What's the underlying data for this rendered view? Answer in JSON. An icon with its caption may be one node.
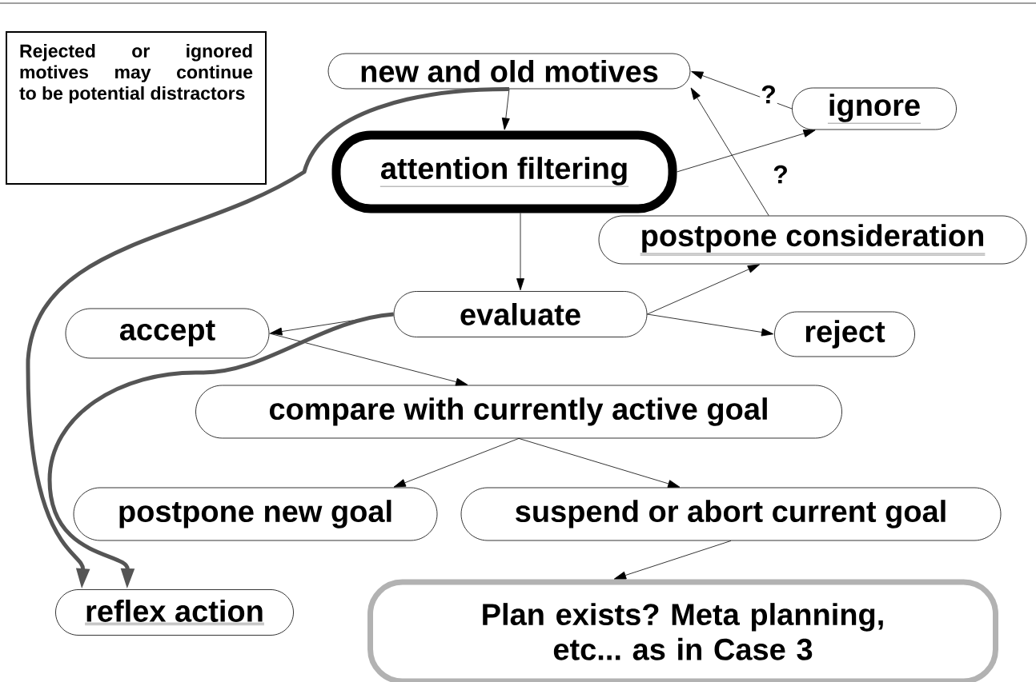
{
  "diagram": {
    "nodes": [
      {
        "text": [
          "new and old motives"
        ]
      },
      {
        "text": [
          "attention filtering"
        ]
      },
      {
        "text": [
          "ignore"
        ]
      },
      {
        "text": [
          "postpone consideration"
        ]
      },
      {
        "text": [
          "evaluate"
        ]
      },
      {
        "text": [
          "accept"
        ]
      },
      {
        "text": [
          "reject"
        ]
      },
      {
        "text": [
          "compare with currently active goal"
        ]
      },
      {
        "text": [
          "postpone new goal"
        ]
      },
      {
        "text": [
          "suspend or abort current goal"
        ]
      },
      {
        "text": [
          "reflex action"
        ]
      },
      {
        "text": [
          "Plan exists? Meta planning, etc... as in Case 3"
        ]
      },
      {
        "text": [
          "Rejected or ignored motives may continue to be potential distractors"
        ]
      }
    ],
    "edges": [
      {
        "from": 0,
        "to": 1,
        "arrow": "to"
      },
      {
        "from": 1,
        "to": 2,
        "arrow": "to"
      },
      {
        "from": 2,
        "to": 0,
        "arrow": "to",
        "label": "?"
      },
      {
        "from": 3,
        "to": 0,
        "arrow": "to",
        "label": "?"
      },
      {
        "from": 1,
        "to": 4,
        "arrow": "to"
      },
      {
        "from": 4,
        "to": 5,
        "arrow": "to"
      },
      {
        "from": 4,
        "to": 3,
        "arrow": "to"
      },
      {
        "from": 4,
        "to": 6,
        "arrow": "to"
      },
      {
        "from": 5,
        "to": 7,
        "arrow": "to"
      },
      {
        "from": 7,
        "to": 8,
        "arrow": "to"
      },
      {
        "from": 7,
        "to": 9,
        "arrow": "to"
      },
      {
        "from": 9,
        "to": 11,
        "arrow": "to"
      },
      {
        "from": 0,
        "to": 10,
        "arrow": "to",
        "style": "thick",
        "color": "#555555"
      },
      {
        "from": 4,
        "to": 10,
        "arrow": "to",
        "style": "thick",
        "color": "#555555"
      }
    ]
  }
}
